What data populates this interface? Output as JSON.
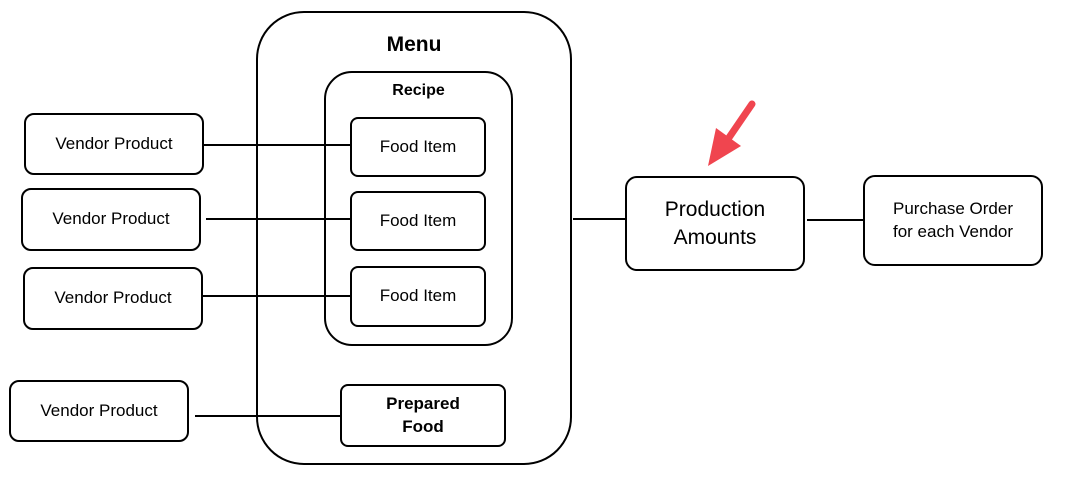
{
  "menu": {
    "title": "Menu"
  },
  "recipe": {
    "title": "Recipe",
    "food_items": [
      "Food Item",
      "Food Item",
      "Food Item"
    ]
  },
  "vendors": [
    "Vendor Product",
    "Vendor Product",
    "Vendor Product",
    "Vendor Product"
  ],
  "prepared_food": {
    "line1": "Prepared",
    "line2": "Food"
  },
  "production": {
    "line1": "Production",
    "line2": "Amounts"
  },
  "purchase_order": {
    "line1": "Purchase Order",
    "line2": "for each Vendor"
  },
  "colors": {
    "arrow": "#f0454f",
    "stroke": "#000000"
  }
}
